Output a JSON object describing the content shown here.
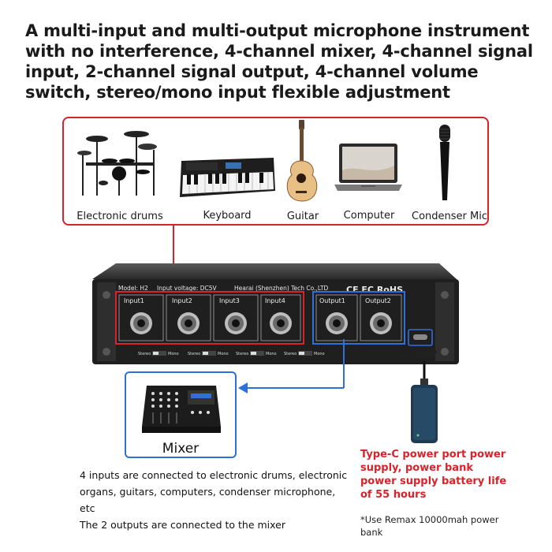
{
  "headline": "A multi-input and multi-output microphone instrument with no interference, 4-channel mixer, 4-channel signal input, 2-channel signal output, 4-channel volume switch, stereo/mono input flexible adjustment",
  "sources": [
    {
      "label": "Electronic drums",
      "icon": "drum-kit-icon"
    },
    {
      "label": "Keyboard",
      "icon": "keyboard-icon"
    },
    {
      "label": "Guitar",
      "icon": "guitar-icon"
    },
    {
      "label": "Computer",
      "icon": "laptop-icon"
    },
    {
      "label": "Condenser Mic",
      "icon": "microphone-icon"
    }
  ],
  "device": {
    "model": "Model: H2",
    "input_voltage": "Input voltage: DC5V",
    "manufacturer": "Hearai (Shenzhen) Tech Co.,LTD",
    "certifications": "CE FC RoHS",
    "inputs": [
      "Input1",
      "Input2",
      "Input3",
      "Input4"
    ],
    "outputs": [
      "Output1",
      "Output2"
    ],
    "switch_left": "Stereo",
    "switch_right": "Mono",
    "power_port": "DC5V"
  },
  "mixer": {
    "label": "Mixer"
  },
  "description": {
    "line1": "4 inputs are connected to electronic drums, electronic organs, guitars, computers, condenser microphone, etc",
    "line2": "The 2 outputs are connected to the mixer"
  },
  "power": {
    "text": "Type-C power port power supply, power bank power supply battery life of 55 hours",
    "note": "*Use Remax 10000mah power bank"
  },
  "colors": {
    "input_highlight": "#d9222a",
    "output_highlight": "#2f6fd8",
    "device_body": "#2a2a2a"
  }
}
